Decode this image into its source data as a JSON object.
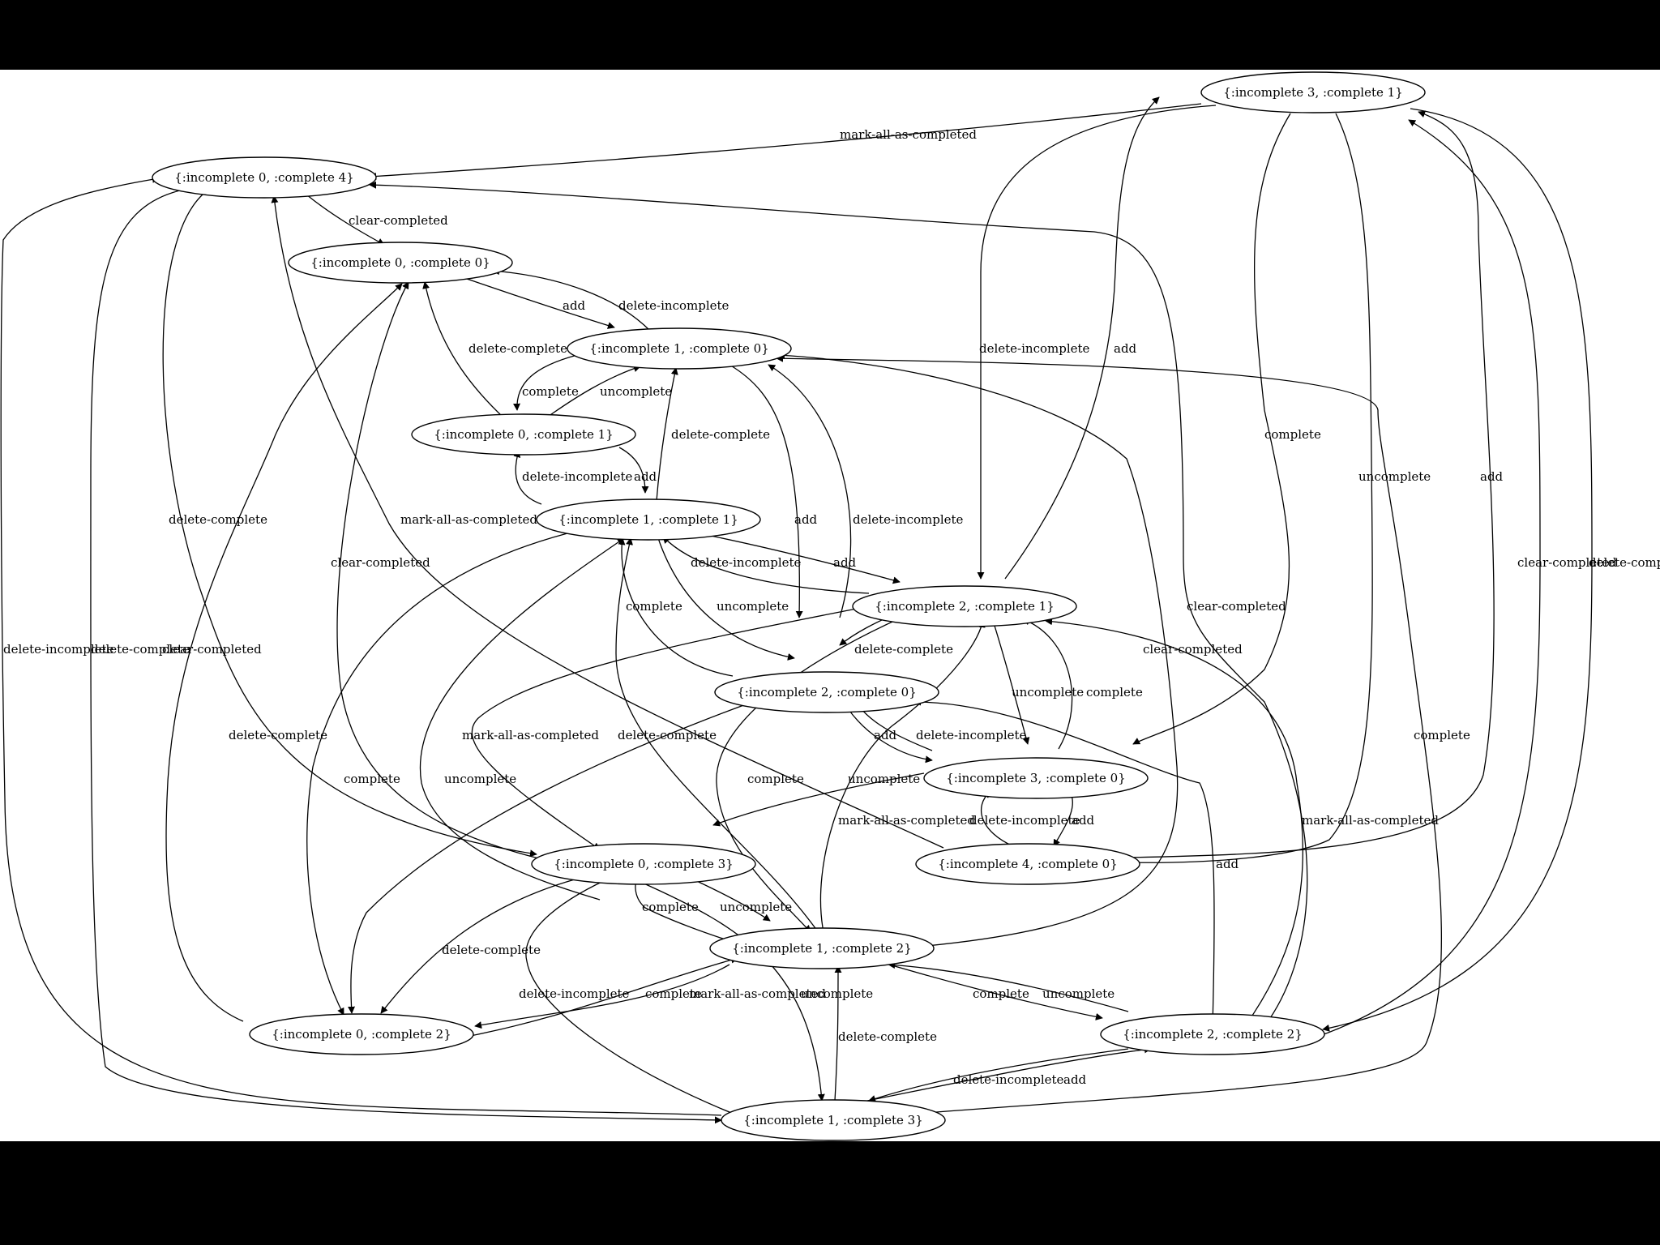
{
  "nodes": {
    "i3c1": "{:incomplete 3, :complete 1}",
    "i0c4": "{:incomplete 0, :complete 4}",
    "i0c0": "{:incomplete 0, :complete 0}",
    "i1c0": "{:incomplete 1, :complete 0}",
    "i0c1": "{:incomplete 0, :complete 1}",
    "i1c1": "{:incomplete 1, :complete 1}",
    "i2c1": "{:incomplete 2, :complete 1}",
    "i2c0": "{:incomplete 2, :complete 0}",
    "i3c0": "{:incomplete 3, :complete 0}",
    "i0c3": "{:incomplete 0, :complete 3}",
    "i4c0": "{:incomplete 4, :complete 0}",
    "i1c2": "{:incomplete 1, :complete 2}",
    "i2c2": "{:incomplete 2, :complete 2}",
    "i0c2": "{:incomplete 0, :complete 2}",
    "i1c3": "{:incomplete 1, :complete 3}"
  },
  "edge_labels": [
    "mark-all-as-completed",
    "clear-completed",
    "add",
    "delete-incomplete",
    "delete-complete",
    "complete",
    "uncomplete",
    "delete-incomplete",
    "add",
    "delete-complete",
    "add",
    "delete-incomplete",
    "delete-incomplete",
    "add",
    "complete",
    "uncomplete",
    "delete-complete",
    "uncomplete",
    "complete",
    "delete-incomplete",
    "add",
    "mark-all-as-completed",
    "delete-incomplete",
    "add",
    "mark-all-as-completed",
    "clear-completed",
    "delete-complete",
    "uncomplete",
    "complete",
    "delete-complete",
    "complete",
    "uncomplete",
    "delete-complete",
    "clear-completed",
    "clear-completed",
    "complete",
    "uncomplete",
    "mark-all-as-completed",
    "delete-complete",
    "complete",
    "uncomplete",
    "delete-complete",
    "mark-all-as-completed",
    "complete",
    "uncomplete",
    "delete-incomplete",
    "add",
    "delete-incomplete",
    "add",
    "mark-all-as-completed",
    "clear-completed",
    "clear-completed",
    "delete-complete",
    "delete-incomplete",
    "add",
    "complete",
    "uncomplete",
    "add",
    "delete-incomplete",
    "delete-complete",
    "complete",
    "uncomplete",
    "uncomplete",
    "complete",
    "uncomplete",
    "complete",
    "clear-completed",
    "mark-all-as-completed",
    "delete-complete"
  ]
}
